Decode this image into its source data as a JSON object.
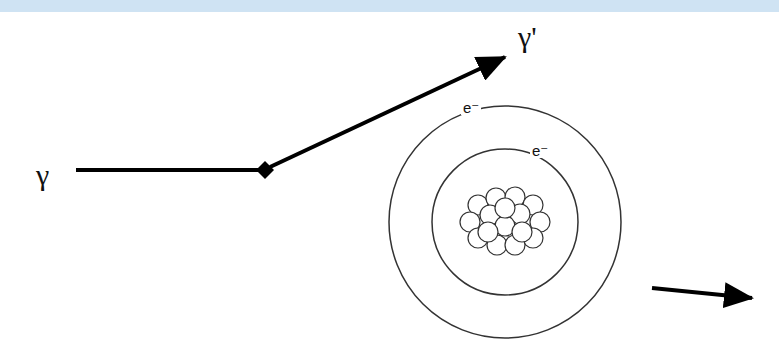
{
  "diagram": {
    "labels": [
      "γ",
      "γ'",
      "e⁻",
      "e⁻"
    ]
  }
}
